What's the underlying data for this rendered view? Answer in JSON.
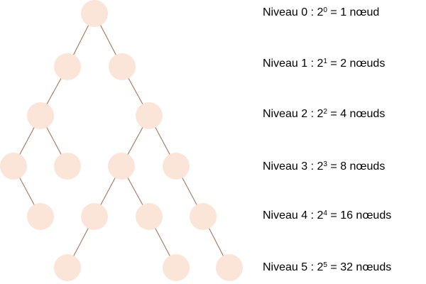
{
  "colors": {
    "node_fill": "#fbe4d8",
    "edge": "#a0694f",
    "text": "#000000"
  },
  "levels": [
    {
      "prefix": "Niveau 0 : 2",
      "exp": "0",
      "suffix": " = 1 nœud"
    },
    {
      "prefix": "Niveau 1 : 2",
      "exp": "1",
      "suffix": " = 2 nœuds"
    },
    {
      "prefix": "Niveau 2 : 2",
      "exp": "2",
      "suffix": " = 4 nœuds"
    },
    {
      "prefix": "Niveau 3 : 2",
      "exp": "3",
      "suffix": " = 8 nœuds"
    },
    {
      "prefix": "Niveau 4 : 2",
      "exp": "4",
      "suffix": " = 16 nœuds"
    },
    {
      "prefix": "Niveau 5 : 2",
      "exp": "5",
      "suffix": " = 32 nœuds"
    }
  ],
  "tree": {
    "nodes": [
      "n0",
      "n1a",
      "n1b",
      "n2a",
      "n2b",
      "n3a",
      "n3b",
      "n3c",
      "n3d",
      "n4a",
      "n4b",
      "n4c",
      "n4d",
      "n5a",
      "n5b",
      "n5c"
    ],
    "edges": [
      [
        "n0",
        "n1a"
      ],
      [
        "n0",
        "n1b"
      ],
      [
        "n1a",
        "n2a"
      ],
      [
        "n1b",
        "n2b"
      ],
      [
        "n2a",
        "n3a"
      ],
      [
        "n2a",
        "n3b"
      ],
      [
        "n2b",
        "n3c"
      ],
      [
        "n2b",
        "n3d"
      ],
      [
        "n3a",
        "n4a"
      ],
      [
        "n3c",
        "n4b"
      ],
      [
        "n3c",
        "n4c"
      ],
      [
        "n3d",
        "n4d"
      ],
      [
        "n4b",
        "n5a"
      ],
      [
        "n4c",
        "n5b"
      ],
      [
        "n4d",
        "n5c"
      ]
    ]
  }
}
